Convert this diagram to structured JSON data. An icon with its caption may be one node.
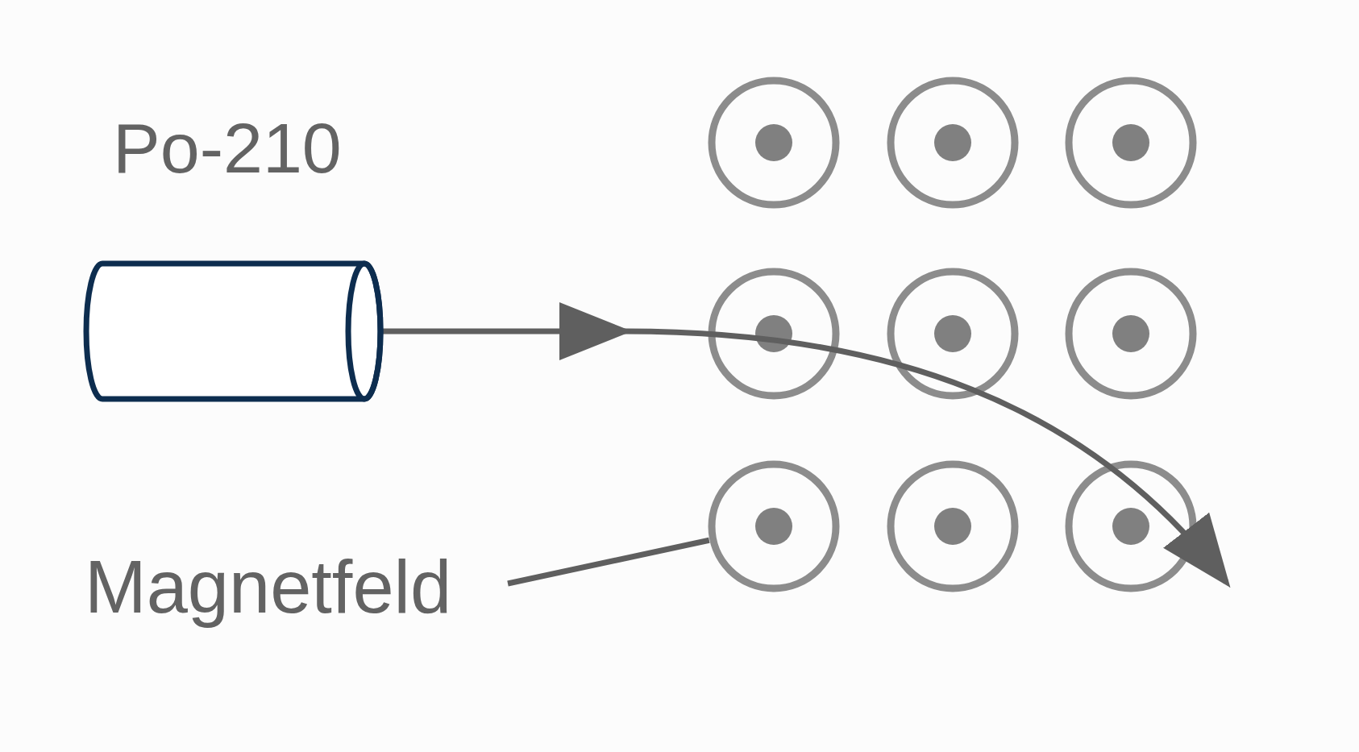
{
  "diagram": {
    "nodes": [
      {
        "text": [
          "Po-210"
        ]
      },
      {
        "text": [
          "Magnetfeld"
        ]
      },
      {
        "text": [],
        "shape": "circle"
      }
    ],
    "edges": [
      {
        "from": 0,
        "to": null,
        "arrow": "to"
      },
      {
        "from": 1,
        "to": 2,
        "arrow": "none"
      }
    ]
  }
}
